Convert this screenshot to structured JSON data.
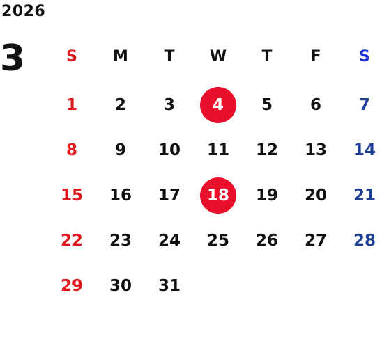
{
  "calendar": {
    "year": "2026",
    "month": "3",
    "weekdays": [
      "S",
      "M",
      "T",
      "W",
      "T",
      "F",
      "S"
    ],
    "weeks": [
      [
        "",
        "",
        "",
        "",
        "",
        "",
        ""
      ],
      [
        "1",
        "2",
        "3",
        "4",
        "5",
        "6",
        "7"
      ],
      [
        "8",
        "9",
        "10",
        "11",
        "12",
        "13",
        "14"
      ],
      [
        "15",
        "16",
        "17",
        "18",
        "19",
        "20",
        "21"
      ],
      [
        "22",
        "23",
        "24",
        "25",
        "26",
        "27",
        "28"
      ],
      [
        "29",
        "30",
        "31",
        "",
        "",
        "",
        ""
      ]
    ],
    "highlighted_days": [
      "4",
      "18"
    ],
    "colors": {
      "sunday": "#e0191f",
      "saturday_header": "#1a2fd6",
      "saturday": "#1f3f96",
      "highlight": "#e8102a",
      "text": "#111111"
    }
  }
}
